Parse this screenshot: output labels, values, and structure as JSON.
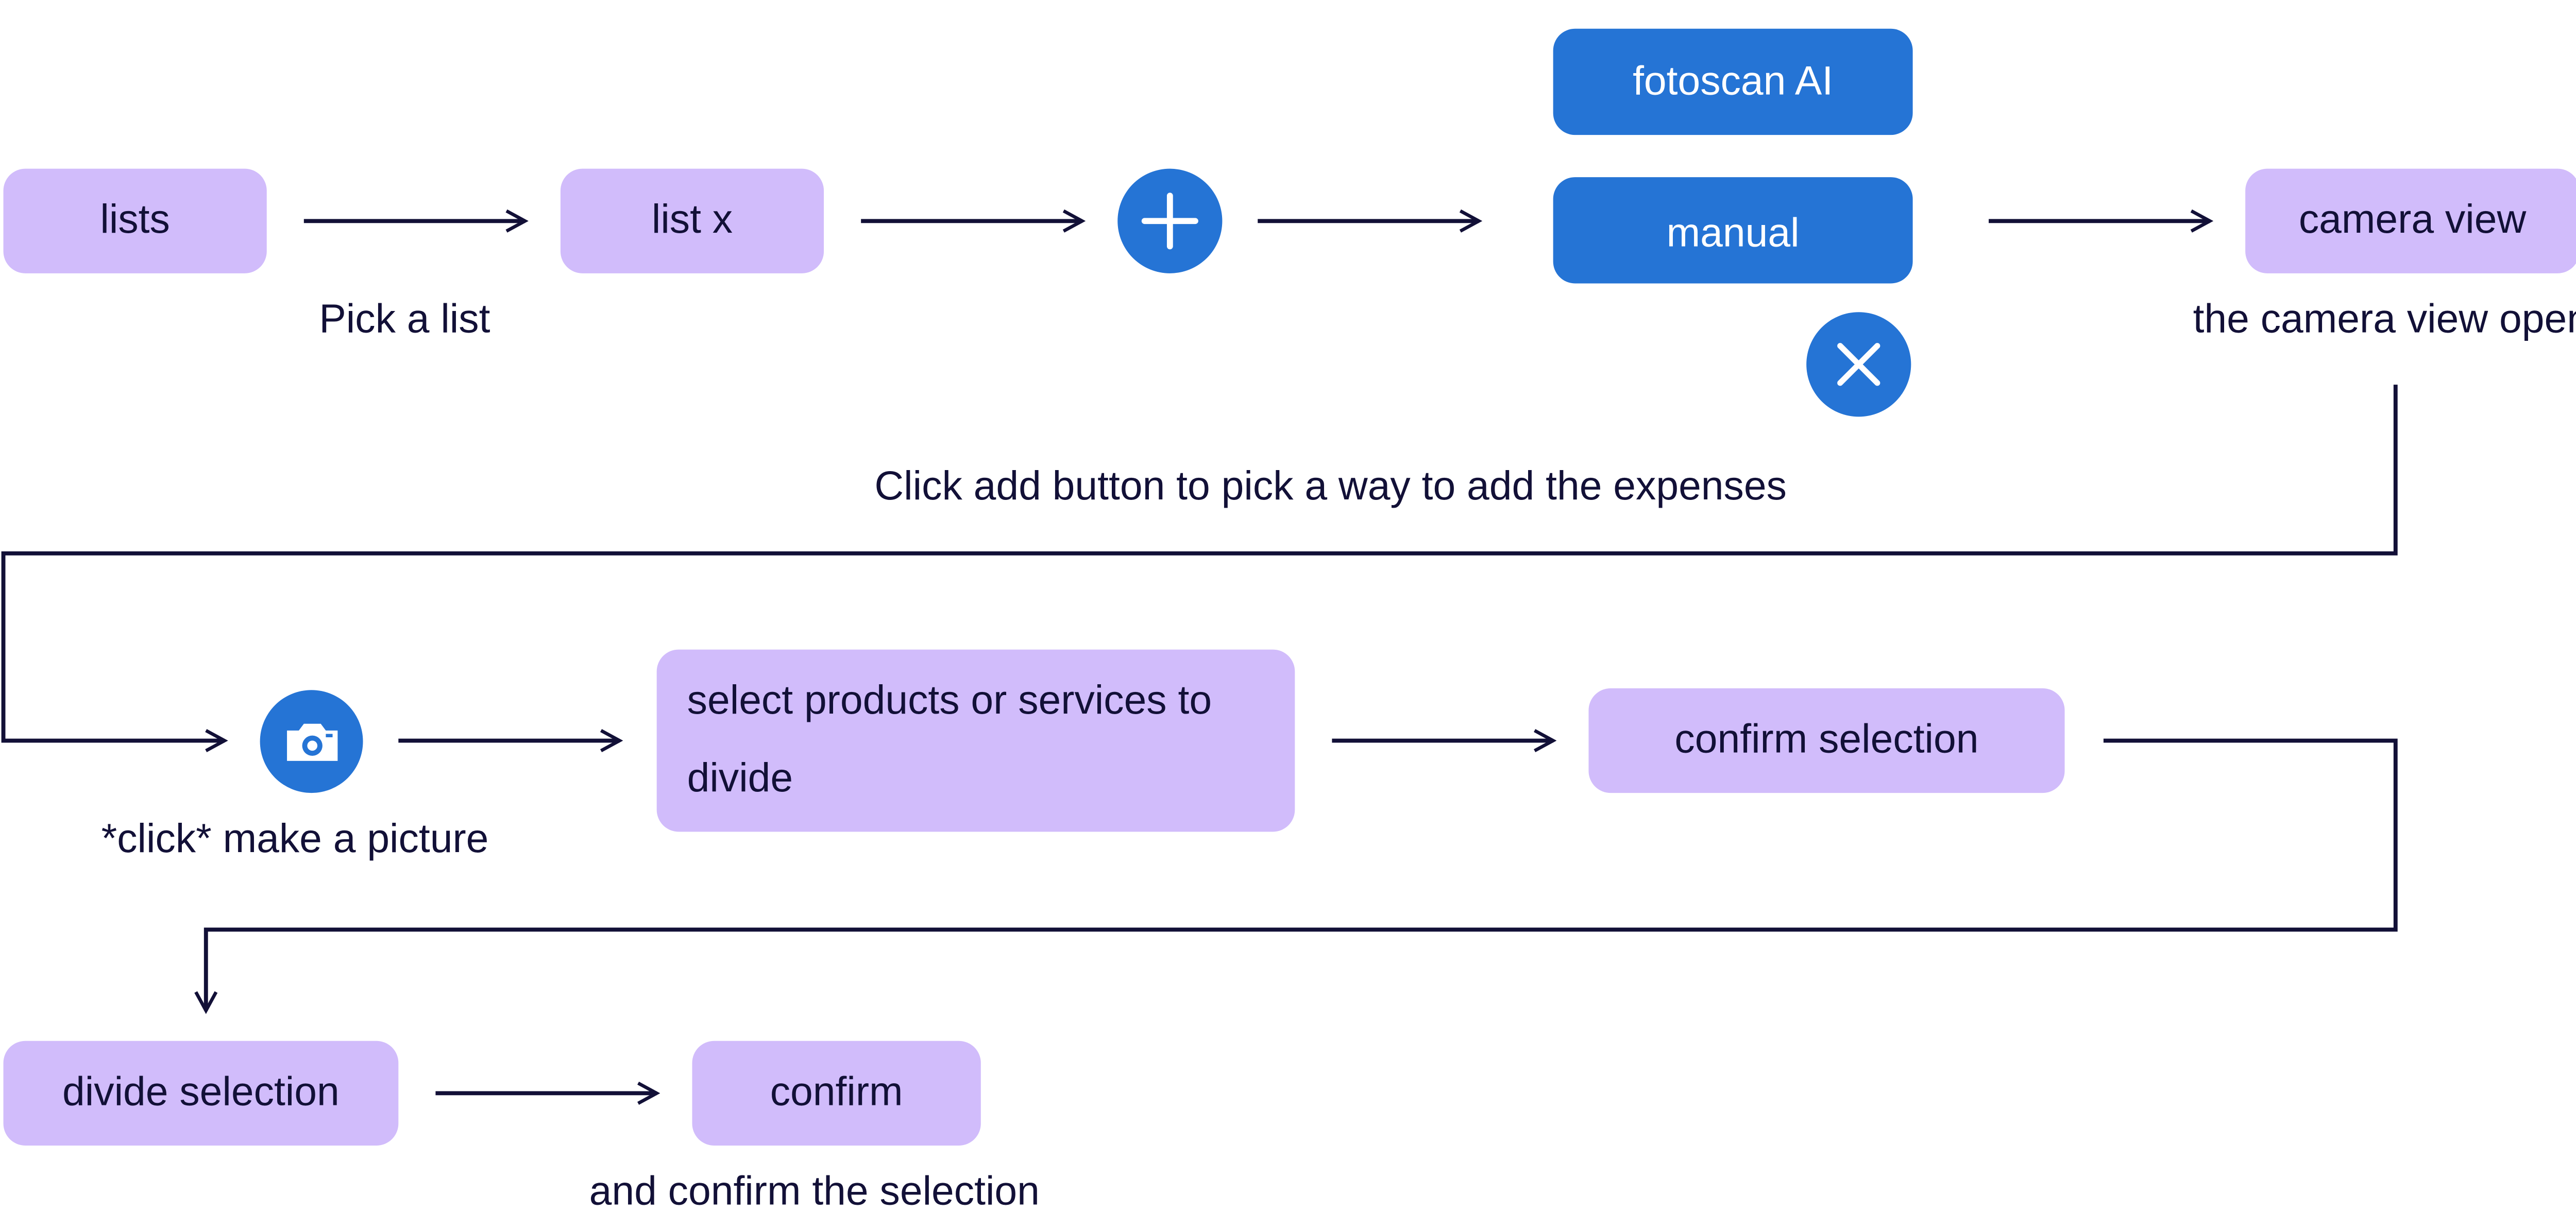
{
  "colors": {
    "step_fill": "#d1bcfb",
    "option_fill": "#2574d5",
    "icon_fill": "#2574d5",
    "text": "#121037",
    "line": "#121037"
  },
  "steps": {
    "lists": "lists",
    "list_x": "list x",
    "fotoscan_ai": "fotoscan AI",
    "manual": "manual",
    "camera_view": "camera view",
    "select_products": "select products or services to divide",
    "confirm_selection": "confirm selection",
    "divide_selection": "divide selection",
    "confirm": "confirm"
  },
  "captions": {
    "pick_list": "Pick a list",
    "camera_opens": "the camera view opens",
    "add_button": "Click add button to pick a way to add the expenses",
    "make_picture": "*click* make a picture",
    "confirm_the_selection": "and confirm the selection"
  },
  "icons": {
    "add": "plus-icon",
    "close": "close-icon",
    "camera": "camera-icon"
  }
}
